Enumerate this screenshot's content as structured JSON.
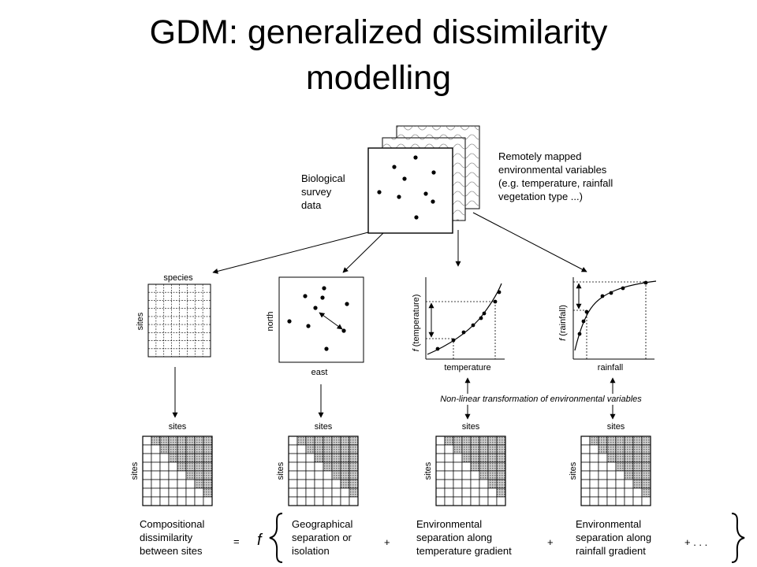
{
  "slide": {
    "title_line1": "GDM: generalized dissimilarity",
    "title_line2": "modelling"
  },
  "top": {
    "bio_label": [
      "Biological",
      "survey",
      "data"
    ],
    "env_label": [
      "Remotely mapped",
      "environmental variables",
      "(e.g. temperature, rainfall",
      "vegetation type ...)"
    ]
  },
  "panels": {
    "species_matrix": {
      "top_label": "species",
      "side_label": "sites"
    },
    "geo_plot": {
      "y_label": "north",
      "x_label": "east"
    },
    "temp_plot": {
      "y_label_f": "f",
      "y_label_rest": "(temperature)",
      "x_label": "temperature"
    },
    "rain_plot": {
      "y_label_f": "f",
      "y_label_rest": "(rainfall)",
      "x_label": "rainfall"
    }
  },
  "transform_caption": "Non-linear transformation of environmental variables",
  "dissim_matrices": {
    "top_label": "sites",
    "side_label": "sites"
  },
  "equation": {
    "lhs": [
      "Compositional",
      "dissimilarity",
      "between sites"
    ],
    "equals": "=",
    "func": "f",
    "term1": [
      "Geographical",
      "separation or",
      "isolation"
    ],
    "plus1": "+",
    "term2": [
      "Environmental",
      "separation along",
      "temperature gradient"
    ],
    "plus2": "+",
    "term3": [
      "Environmental",
      "separation along",
      "rainfall gradient"
    ],
    "ellipsis": "+ . . ."
  },
  "colors": {
    "ink": "#000000",
    "matrix_shade": "#8c8c8c",
    "background": "#ffffff"
  }
}
